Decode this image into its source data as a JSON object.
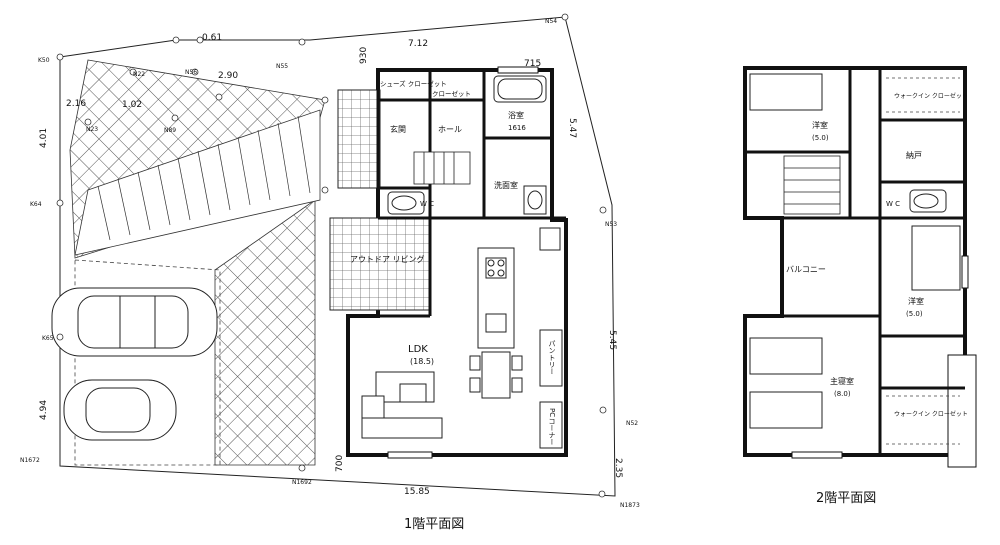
{
  "floor1": {
    "title": "1階平面図",
    "rooms": {
      "shoe_closet": "シューズ クローゼット",
      "closet": "クローゼット",
      "bathroom": "浴室",
      "bathroom_size": "1616",
      "entrance": "玄関",
      "hall": "ホール",
      "washroom": "洗面室",
      "wc": "W C",
      "outdoor_living": "アウトドア リビング",
      "ldk": "LDK",
      "ldk_size": "(18.5)",
      "pantry": "パントリー",
      "pc_corner": "PCコーナー"
    }
  },
  "floor2": {
    "title": "2階平面図",
    "rooms": {
      "western_room_a": "洋室",
      "western_room_a_size": "(5.0)",
      "walk_in_closet_a": "ウォークイン クローゼット",
      "storage": "納戸",
      "wc": "W C",
      "balcony": "バルコニー",
      "western_room_b": "洋室",
      "western_room_b_size": "(5.0)",
      "master_bedroom": "主寝室",
      "master_bedroom_size": "(8.0)",
      "walk_in_closet_b": "ウォークイン クローゼット"
    }
  },
  "site": {
    "dimensions": {
      "d_061": "0.61",
      "d_712": "7.12",
      "d_930": "930",
      "d_290": "2.90",
      "d_715": "715",
      "d_216": "2.16",
      "d_102": "1.02",
      "d_401": "4.01",
      "d_547": "5.47",
      "d_545": "5.45",
      "d_494": "4.94",
      "d_235": "2.35",
      "d_1585": "15.85",
      "d_700": "700"
    },
    "points": {
      "k50": "K50",
      "k64": "K64",
      "k65": "K65",
      "n22": "N22",
      "n23": "N23",
      "n55": "N55",
      "n56": "N56",
      "n89": "N89",
      "n54": "N54",
      "n53": "N53",
      "n52": "N52",
      "n1672": "N1672",
      "n1692": "N1692",
      "n1873": "N1873"
    }
  }
}
